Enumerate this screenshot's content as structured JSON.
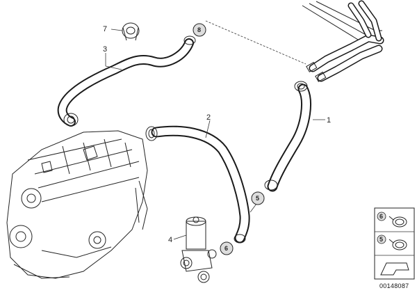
{
  "labels": {
    "part_1": "1",
    "part_2": "2",
    "part_3": "3",
    "part_4": "4",
    "part_5_circle": "5",
    "part_6_circle": "6",
    "part_7": "7",
    "part_8_circle": "8",
    "legend_6": "6",
    "legend_5": "5"
  },
  "document_number": "00148087",
  "colors": {
    "line": "#1a1a1a",
    "background": "#ffffff"
  }
}
